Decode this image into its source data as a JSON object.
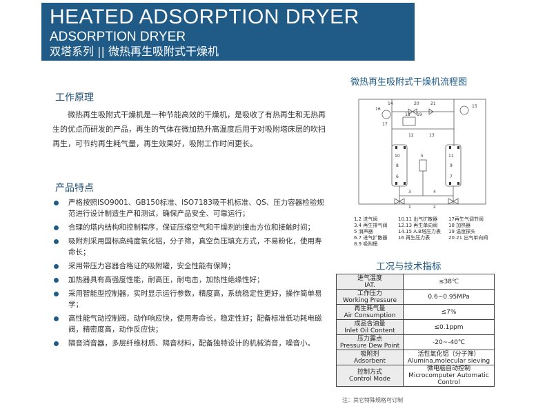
{
  "banner": {
    "title": "HEATED ADSORPTION DRYER",
    "subtitle": "ADSORPTION DRYER",
    "cn_title": "双塔系列 || 微热再生吸附式干燥机"
  },
  "principle": {
    "heading": "工作原理",
    "text": "微热再生吸附式干燥机是一种节能高效的干燥机，是吸收了有热再生和无热再生的优点而研发的产品，再生的气体在微加热升高温度后用于对吸附塔床层的吹扫再生，可节约再生耗气量，再生效果好，吸附工作时间更长。"
  },
  "features": {
    "heading": "产品特点",
    "items": [
      "严格按照ISO9001、GB150标准、ISO7183吸干机标准、QS、压力容器检验规范进行设计制造生产和测试，确保产品安全、可靠运行；",
      "合理的塔内结构和控制程序，保证压缩空气和干燥剂的撞击方位和接触时间；",
      "吸附剂采用国标高纯度氧化铝，分子筛，真空负压填充方式，不易粉化，使用寿命长；",
      "采用带压力容器合格证的吸附罐，安全性能有保障；",
      "加热器具有高强度性能，耐高压，耐电击，加热性绝缘性好；",
      "采用智能型控制器，实时显示运行参数，精度高，系统稳定性更好，操作简单易学；",
      "高性能气动控制阀，动作响应快，使用寿命长，稳定性好；配备标准低功耗电磁阀，精密度高，动作反应快；",
      "隔音消音器，多层纤维材质、隔音材料，配备独特设计的机械消音，噪音小。"
    ]
  },
  "flow": {
    "title": "微热再生吸附式干燥机流程图",
    "numbers": [
      "14",
      "20",
      "21",
      "15",
      "16",
      "17",
      "18",
      "19",
      "12",
      "13",
      "10",
      "11",
      "8",
      "9",
      "6",
      "7",
      "5",
      "3",
      "4",
      "1",
      "2"
    ],
    "legend_col1": [
      "1.2 进气阀",
      "3.4 再生排气阀",
      "5 消声器",
      "6.7 进气扩散器",
      "8.9 吸附桶"
    ],
    "legend_col2": [
      "10.11 出气扩散器",
      "12.13 再生单向阀",
      "14.15 A.B塔压力表",
      "16 再生压力表"
    ],
    "legend_col3": [
      "17再生气调节阀",
      "18 加热器",
      "19 温度探头",
      "20.21 出气单向阀"
    ]
  },
  "specs": {
    "heading": "工况与技术指标",
    "rows": [
      {
        "cn": "进气温度",
        "en": "IAT.",
        "value": "≤38℃"
      },
      {
        "cn": "工作压力",
        "en": "Working Pressure",
        "value": "0.6~0.95MPa"
      },
      {
        "cn": "再生耗气量",
        "en": "Air Consumption",
        "value": "≤7%"
      },
      {
        "cn": "成品含油量",
        "en": "Inlet Oil Content",
        "value": "≤0.1ppm"
      },
      {
        "cn": "压力露点",
        "en": "Pressure Dew Point",
        "value": "-20~-40℃"
      },
      {
        "cn": "吸附剂",
        "en": "Adsorbent",
        "value": "活性氧化铝（分子筛）",
        "value2": "Alumina,molecular sieving"
      },
      {
        "cn": "控制方式",
        "en": "Control Mode",
        "value": "微电脑自动控制",
        "value2": "Microcomputer Automatic Control"
      }
    ],
    "note": "注：其它特殊规格可订制"
  },
  "colors": {
    "banner": "#1f5b86",
    "heading": "#1f4f74",
    "bullet": "#1f5b86"
  }
}
